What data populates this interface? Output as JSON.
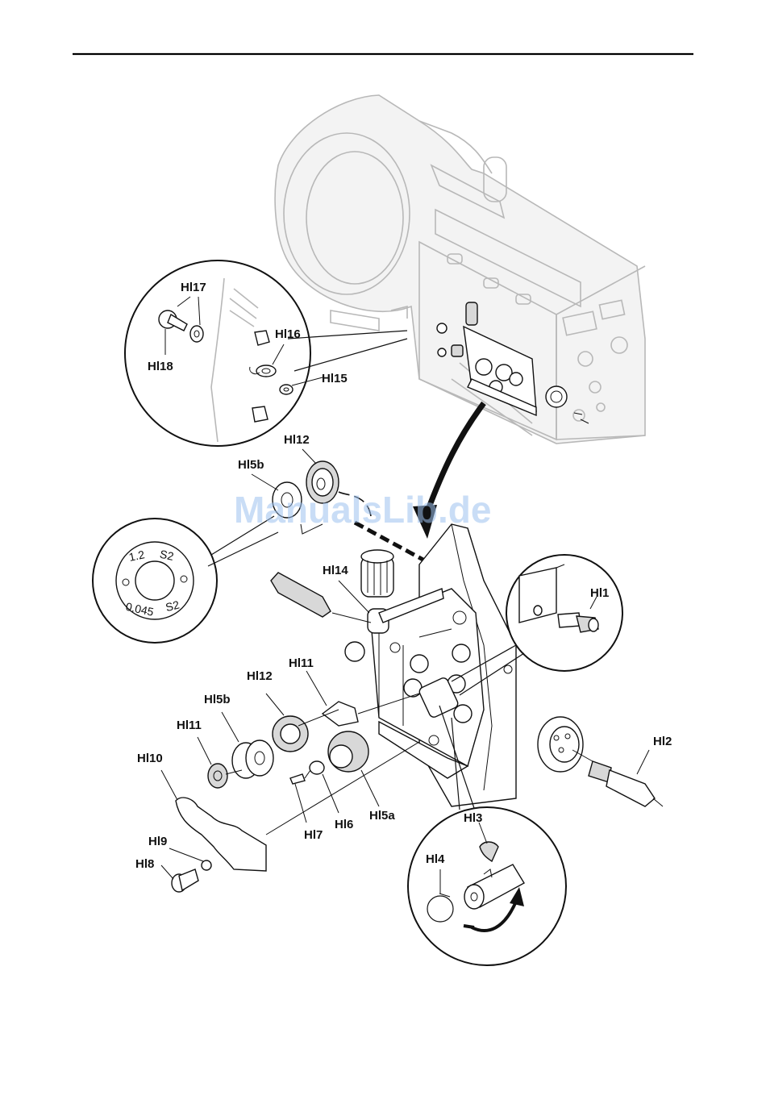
{
  "callouts": {
    "hl17": "Hl17",
    "hl16": "Hl16",
    "hl18": "Hl18",
    "hl15": "Hl15",
    "hl12_top": "Hl12",
    "hl5b_top": "Hl5b",
    "hl14": "Hl14",
    "hl1": "Hl1",
    "hl11_mid": "Hl11",
    "hl12_mid": "Hl12",
    "hl5b_mid": "Hl5b",
    "hl11_left": "Hl11",
    "hl10": "Hl10",
    "hl2": "Hl2",
    "hl9": "Hl9",
    "hl8": "Hl8",
    "hl7": "Hl7",
    "hl6": "Hl6",
    "hl5a": "Hl5a",
    "hl3": "Hl3",
    "hl4": "Hl4"
  },
  "roller_marking": {
    "line1_left": "1.2",
    "line1_right": "S2",
    "line2_left": "0.045",
    "line2_right": "S2"
  },
  "watermark": "ManualsLib.de"
}
